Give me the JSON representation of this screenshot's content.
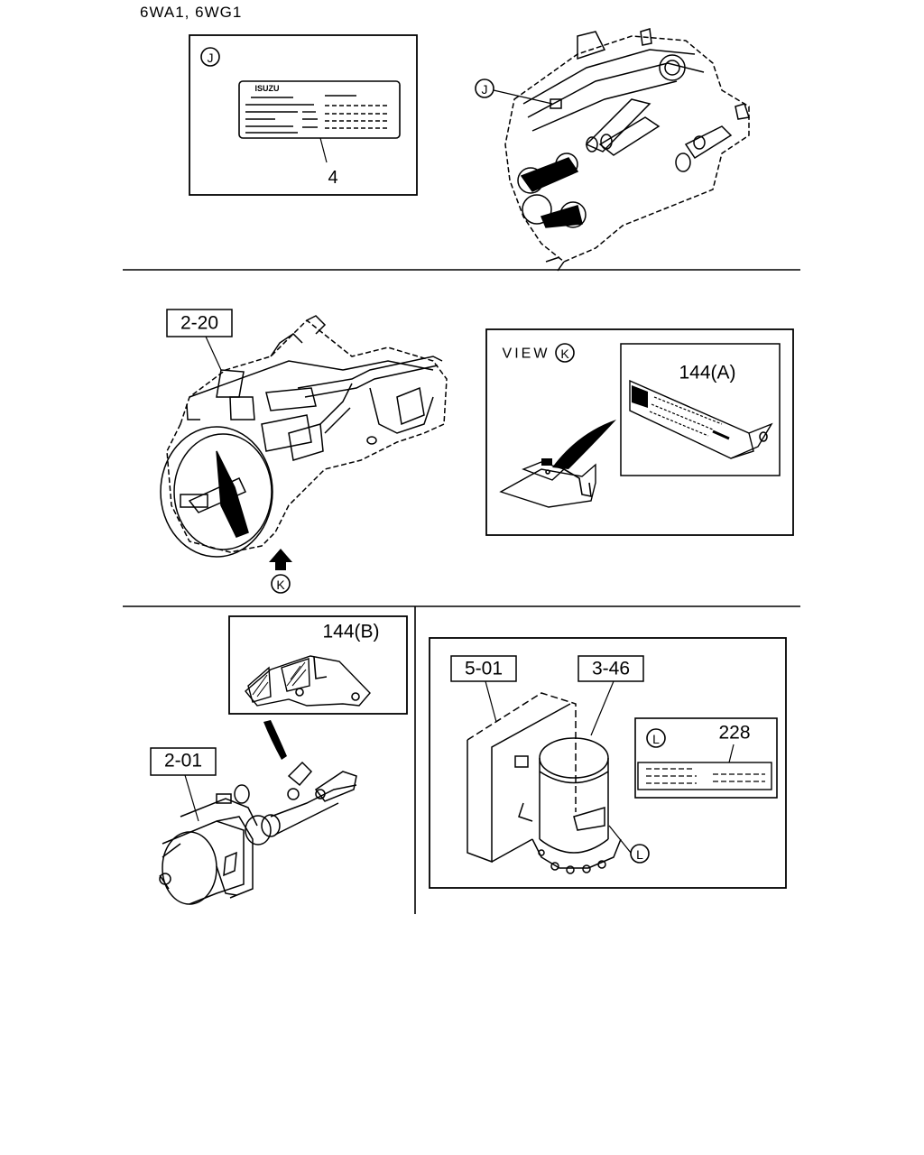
{
  "header": {
    "model_code": "6WA1, 6WG1"
  },
  "callouts": {
    "J": "J",
    "K": "K",
    "L": "L"
  },
  "sections": {
    "emission_label": {
      "view_letter": "J",
      "part_no": "4",
      "label_brand": "ISUZU"
    },
    "transmission": {
      "ref": "2-20",
      "view_label": "VIEW",
      "view_letter": "K",
      "part_no": "144(A)",
      "arrow_letter": "K"
    },
    "clutch": {
      "ref": "2-01",
      "part_no": "144(B)"
    },
    "air_dryer": {
      "ref_frame": "5-01",
      "ref_dryer": "3-46",
      "view_letter": "L",
      "part_no": "228"
    }
  },
  "colors": {
    "line": "#000000",
    "fill_dark": "#000000",
    "background": "#ffffff"
  }
}
